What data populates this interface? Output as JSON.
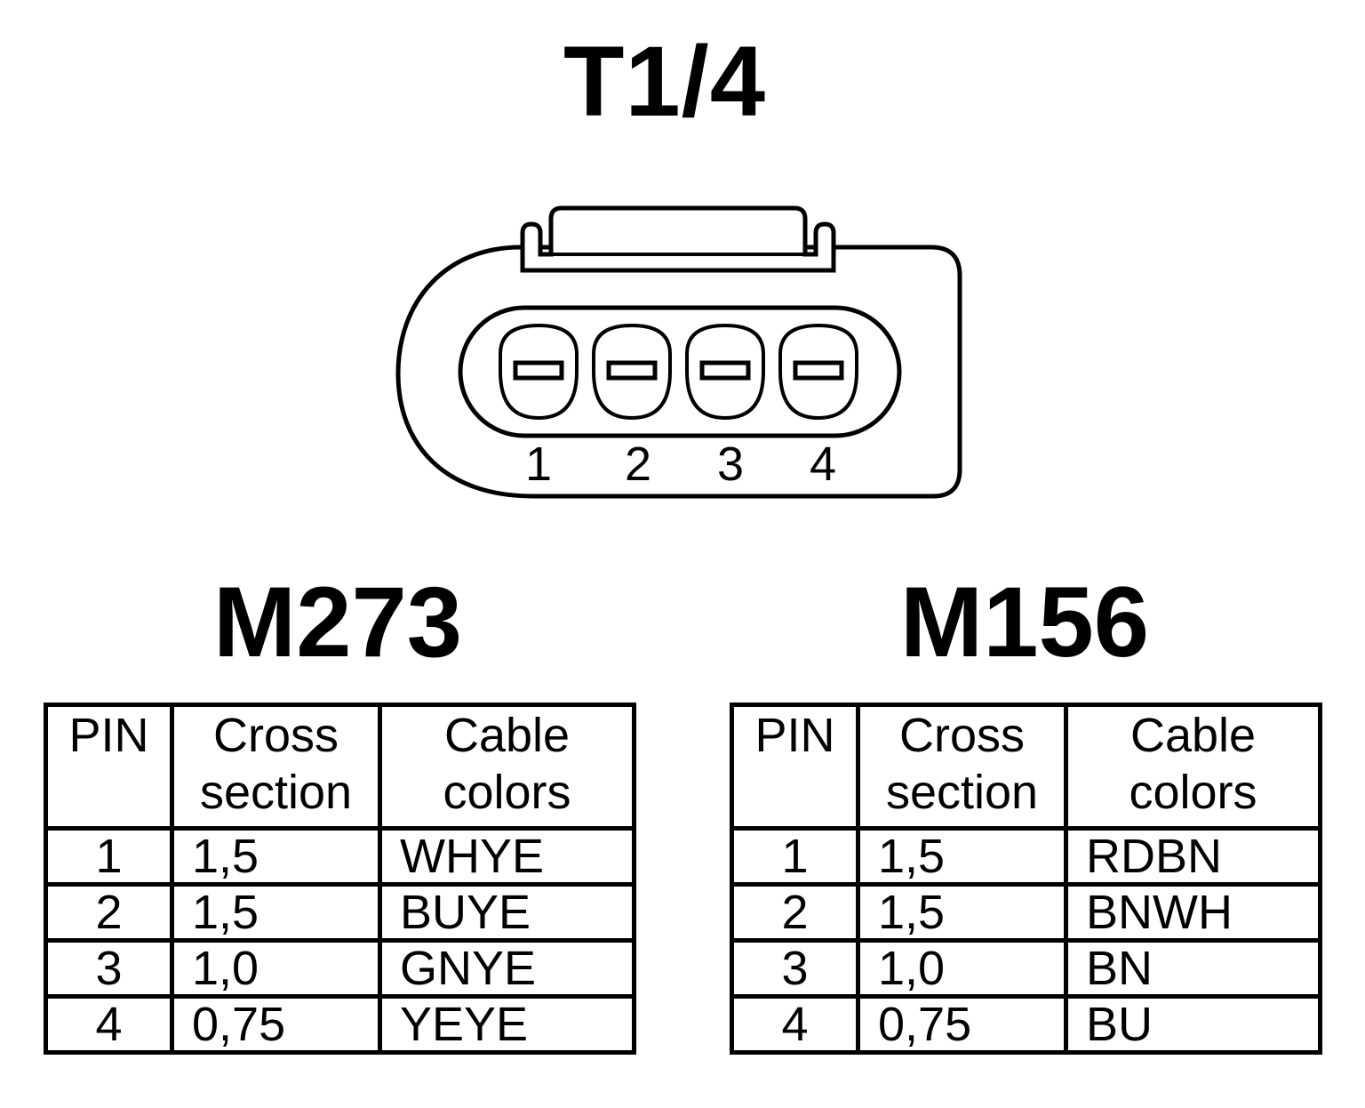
{
  "connector": {
    "title": "T1/4",
    "pin_numbers": [
      "1",
      "2",
      "3",
      "4"
    ]
  },
  "tables": [
    {
      "title": "M273",
      "headers": {
        "pin": "PIN",
        "cross_line1": "Cross",
        "cross_line2": "section",
        "cable_line1": "Cable",
        "cable_line2": "colors"
      },
      "rows": [
        {
          "pin": "1",
          "cross_section": "1,5",
          "color": "WHYE"
        },
        {
          "pin": "2",
          "cross_section": "1,5",
          "color": "BUYE"
        },
        {
          "pin": "3",
          "cross_section": "1,0",
          "color": "GNYE"
        },
        {
          "pin": "4",
          "cross_section": "0,75",
          "color": "YEYE"
        }
      ]
    },
    {
      "title": "M156",
      "headers": {
        "pin": "PIN",
        "cross_line1": "Cross",
        "cross_line2": "section",
        "cable_line1": "Cable",
        "cable_line2": "colors"
      },
      "rows": [
        {
          "pin": "1",
          "cross_section": "1,5",
          "color": "RDBN"
        },
        {
          "pin": "2",
          "cross_section": "1,5",
          "color": "BNWH"
        },
        {
          "pin": "3",
          "cross_section": "1,0",
          "color": "BN"
        },
        {
          "pin": "4",
          "cross_section": "0,75",
          "color": "BU"
        }
      ]
    }
  ]
}
